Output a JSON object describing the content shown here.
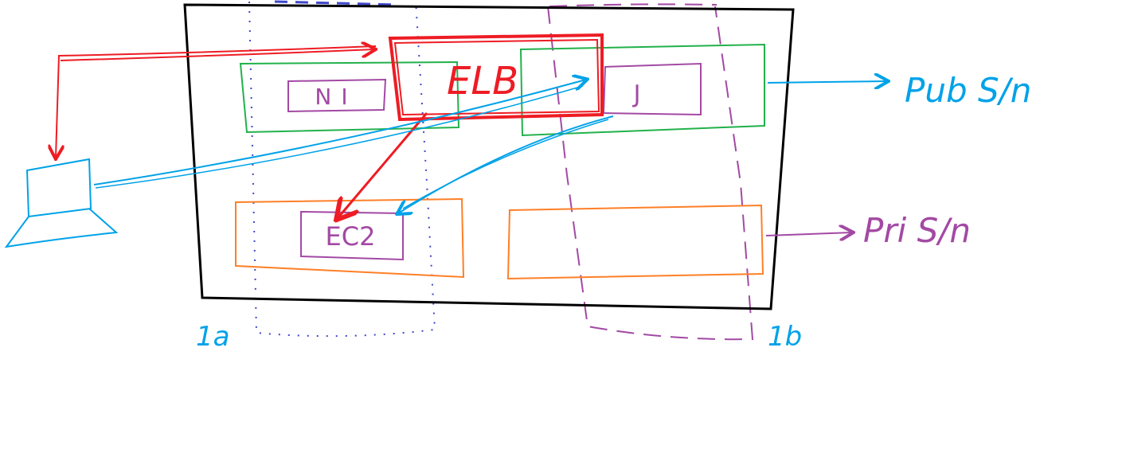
{
  "diagram": {
    "load_balancer": {
      "label": "ELB",
      "color": "#ee1c24"
    },
    "public_nodes": [
      {
        "label": "NI",
        "color": "#a349a4"
      },
      {
        "label": "J",
        "color": "#a349a4"
      }
    ],
    "private_nodes": [
      {
        "label": "EC2",
        "color": "#a349a4"
      }
    ],
    "zones": [
      {
        "label": "1a",
        "color": "#00a2e8"
      },
      {
        "label": "1b",
        "color": "#00a2e8"
      }
    ],
    "subnets": {
      "public_label": "Pub S/n",
      "private_label": "Pri S/n",
      "public_color": "#22b14c",
      "private_color": "#ff7f27"
    },
    "colors": {
      "vpc_border": "#000000",
      "zone_a_dashes": "#3f48cc",
      "zone_b_dashes": "#a349a4",
      "client_arrows": "#00a2e8",
      "elb_arrows": "#ee1c24"
    }
  }
}
